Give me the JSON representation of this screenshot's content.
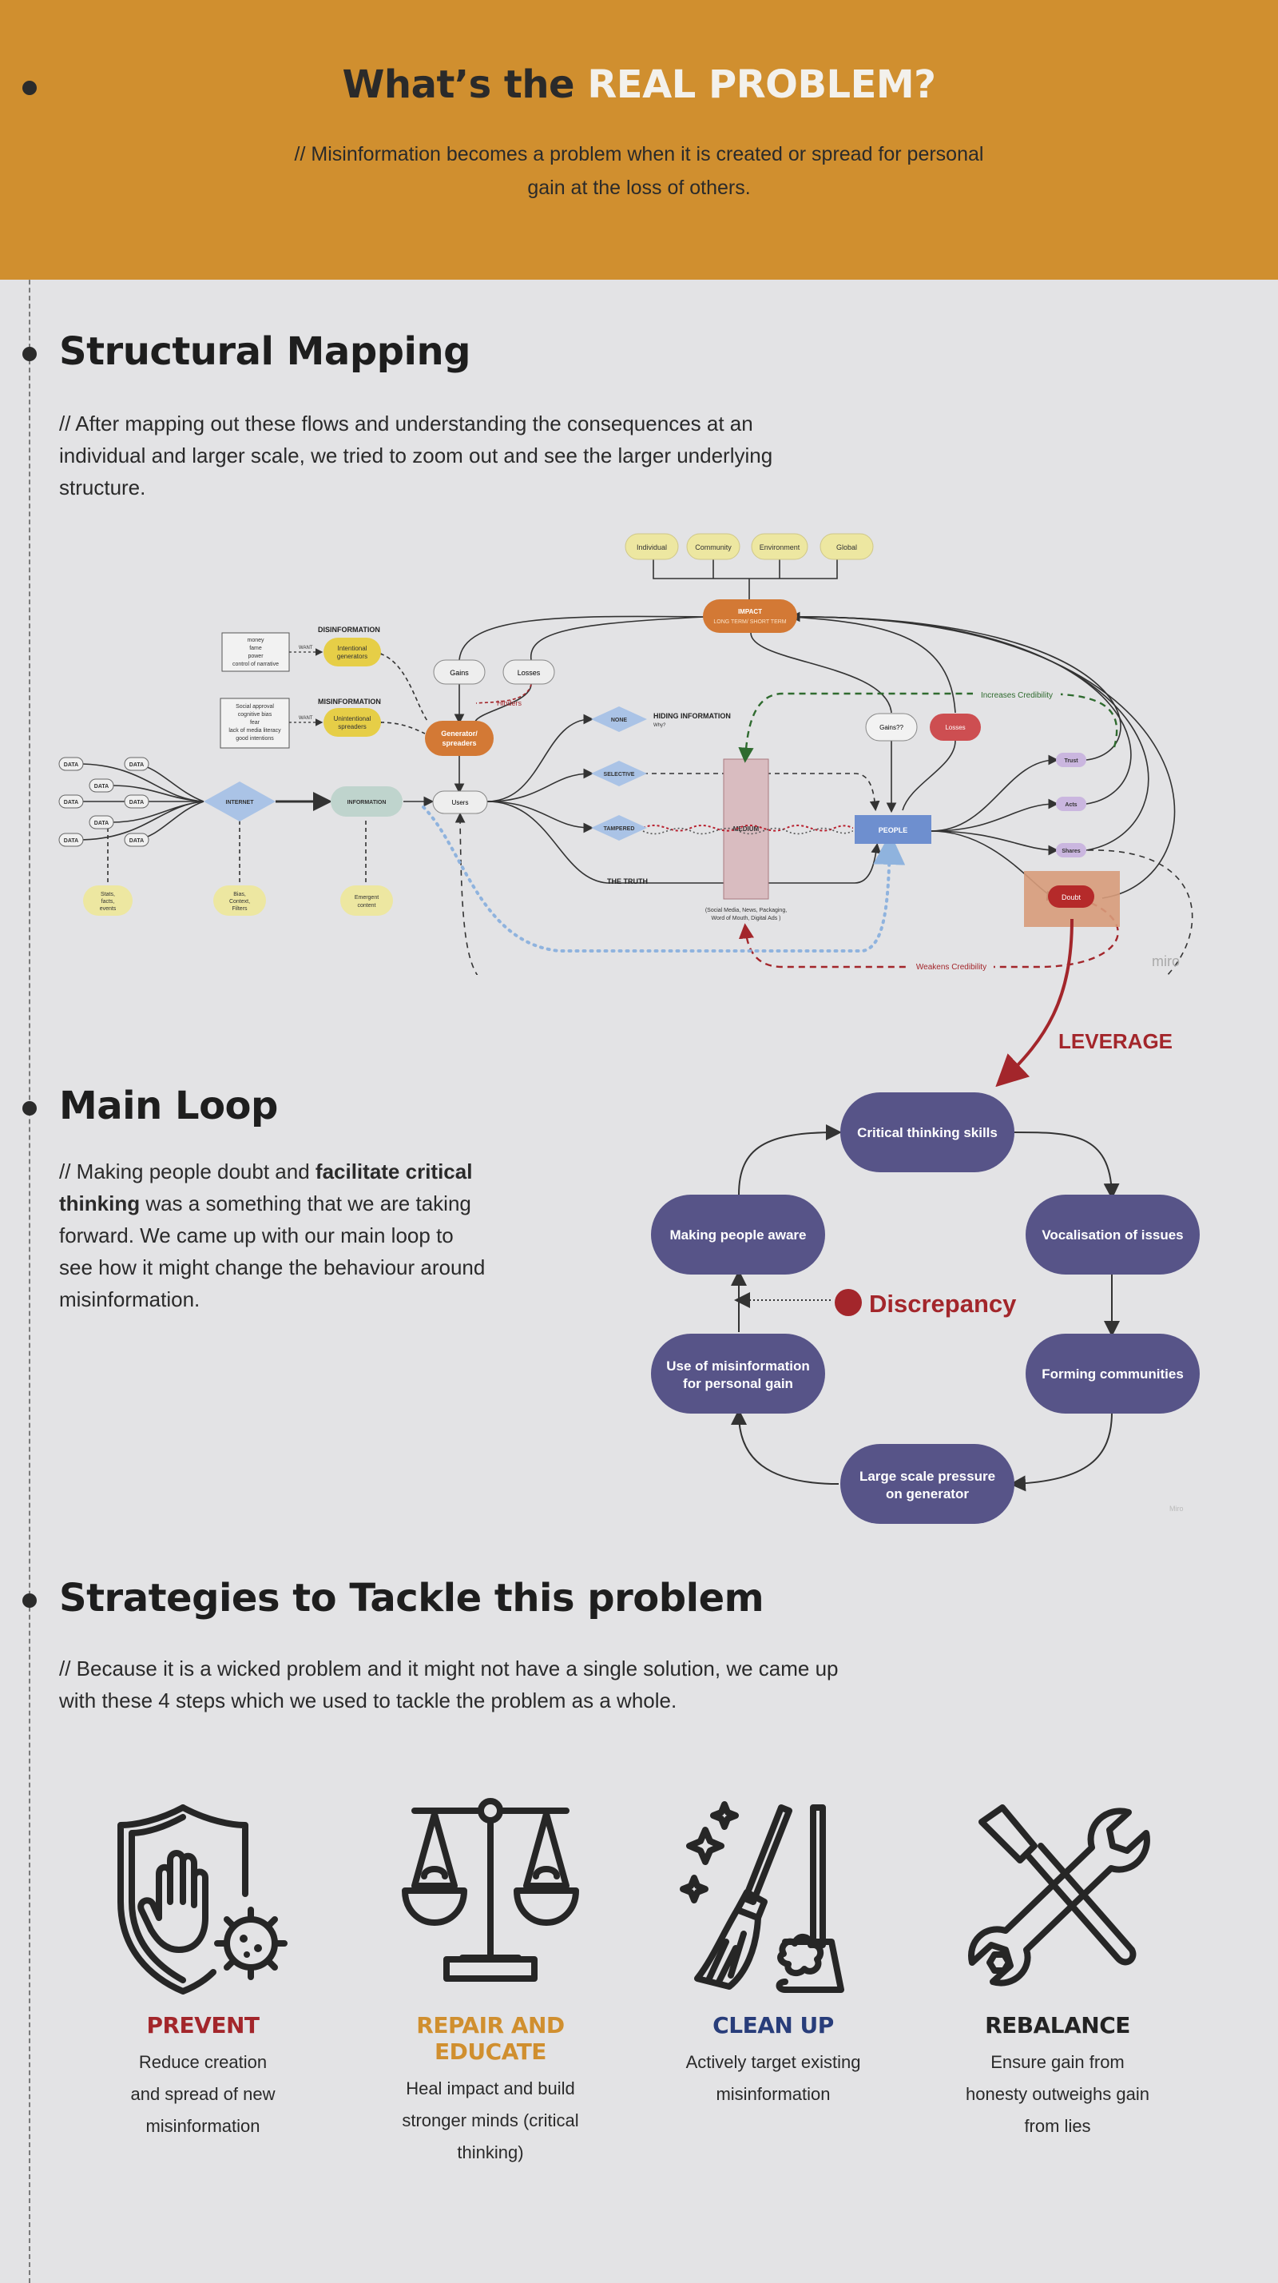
{
  "header": {
    "title_part1": "What’s the ",
    "title_part2": "REAL PROBLEM?",
    "subtitle": "// Misinformation becomes a problem when it is created or spread for personal gain at the loss of others."
  },
  "structural": {
    "heading": "Structural Mapping",
    "paragraph": "// After mapping out these flows and understanding the consequences at an individual and larger scale, we tried to zoom out and see the larger underlying structure."
  },
  "map": {
    "scopes": [
      "Individual",
      "Community",
      "Environment",
      "Global"
    ],
    "impact_line1": "IMPACT",
    "impact_line2": "LONG TERM/ SHORT TERM",
    "gains": "Gains",
    "losses": "Losses",
    "money_box": [
      "money",
      "fame",
      "power",
      "control of narrative"
    ],
    "disinformation_label": "DISINFORMATION",
    "intentional": [
      "Intentional",
      "generators"
    ],
    "misinformation_label": "MISINFORMATION",
    "social_box": [
      "Social approval",
      "cognitive bias",
      "fear",
      "lack of media literacy",
      "good intentions"
    ],
    "unintentional": [
      "Unintentional",
      "spreaders"
    ],
    "generator": [
      "Generator/",
      "spreaders"
    ],
    "hinders": "Hinders",
    "want_label": "WANT",
    "data_label": "DATA",
    "internet": "INTERNET",
    "information": "INFORMATION",
    "users": "Users",
    "none": "NONE",
    "hiding": "HIDING INFORMATION",
    "hiding_sub": "Why?",
    "selective": "SELECTIVE",
    "tampered": "TAMPERED",
    "medium": "MEDIUM",
    "truth": "THE TRUTH",
    "medium_note1": "(Social Media, News, Packaging,",
    "medium_note2": "Word of Mouth, Digital Ads )",
    "people": "PEOPLE",
    "gain_q": "Gains??",
    "losses2": "Losses",
    "trust": "Trust",
    "acts": "Acts",
    "shares": "Shares",
    "doubt": "Doubt",
    "increases": "Increases Credibility",
    "weakens": "Weakens Credibility",
    "facts": [
      "Stats,",
      "facts,",
      "events"
    ],
    "bias": [
      "Bias,",
      "Context,",
      "Filters"
    ],
    "emergent": [
      "Emergent",
      "content"
    ],
    "miro": "miro"
  },
  "leverage": "LEVERAGE",
  "main_loop": {
    "heading": "Main Loop",
    "p1": "// Making people doubt and ",
    "p_bold": "facilitate critical thinking",
    "p2": " was a something that we are taking forward. We came up with our main loop to see how it might change the behaviour around misinformation.",
    "nodes": {
      "critical": "Critical thinking skills",
      "vocal": "Vocalisation of issues",
      "forming": "Forming communities",
      "pressure1": "Large scale pressure",
      "pressure2": "on generator",
      "use1": "Use of misinformation",
      "use2": "for personal gain",
      "aware": "Making people aware"
    },
    "discrepancy": "Discrepancy",
    "watermark": "Miro"
  },
  "strategies": {
    "heading": "Strategies to Tackle this problem",
    "paragraph": "// Because it is a wicked problem and it might not have a single solution, we came up with these 4 steps which we used to tackle the problem as a whole.",
    "cards": [
      {
        "title": "PREVENT",
        "color": "#a3262b",
        "desc": "Reduce creation and spread of new misinformation",
        "icon": "shield-hand-virus-icon"
      },
      {
        "title": "REPAIR AND EDUCATE",
        "color": "#d08f2f",
        "desc": "Heal impact and build stronger minds (critical thinking)",
        "icon": "scales-icon"
      },
      {
        "title": "CLEAN UP",
        "color": "#283d7a",
        "desc": "Actively target existing misinformation",
        "icon": "broom-icon"
      },
      {
        "title": "REBALANCE",
        "color": "#232323",
        "desc": "Ensure gain from honesty outweighs gain from lies",
        "icon": "wrench-screwdriver-icon"
      }
    ]
  },
  "colors": {
    "header_bg": "#d08f2f",
    "page_bg": "#e3e3e5",
    "loop_node": "#575488",
    "accent_red": "#a3262b"
  }
}
